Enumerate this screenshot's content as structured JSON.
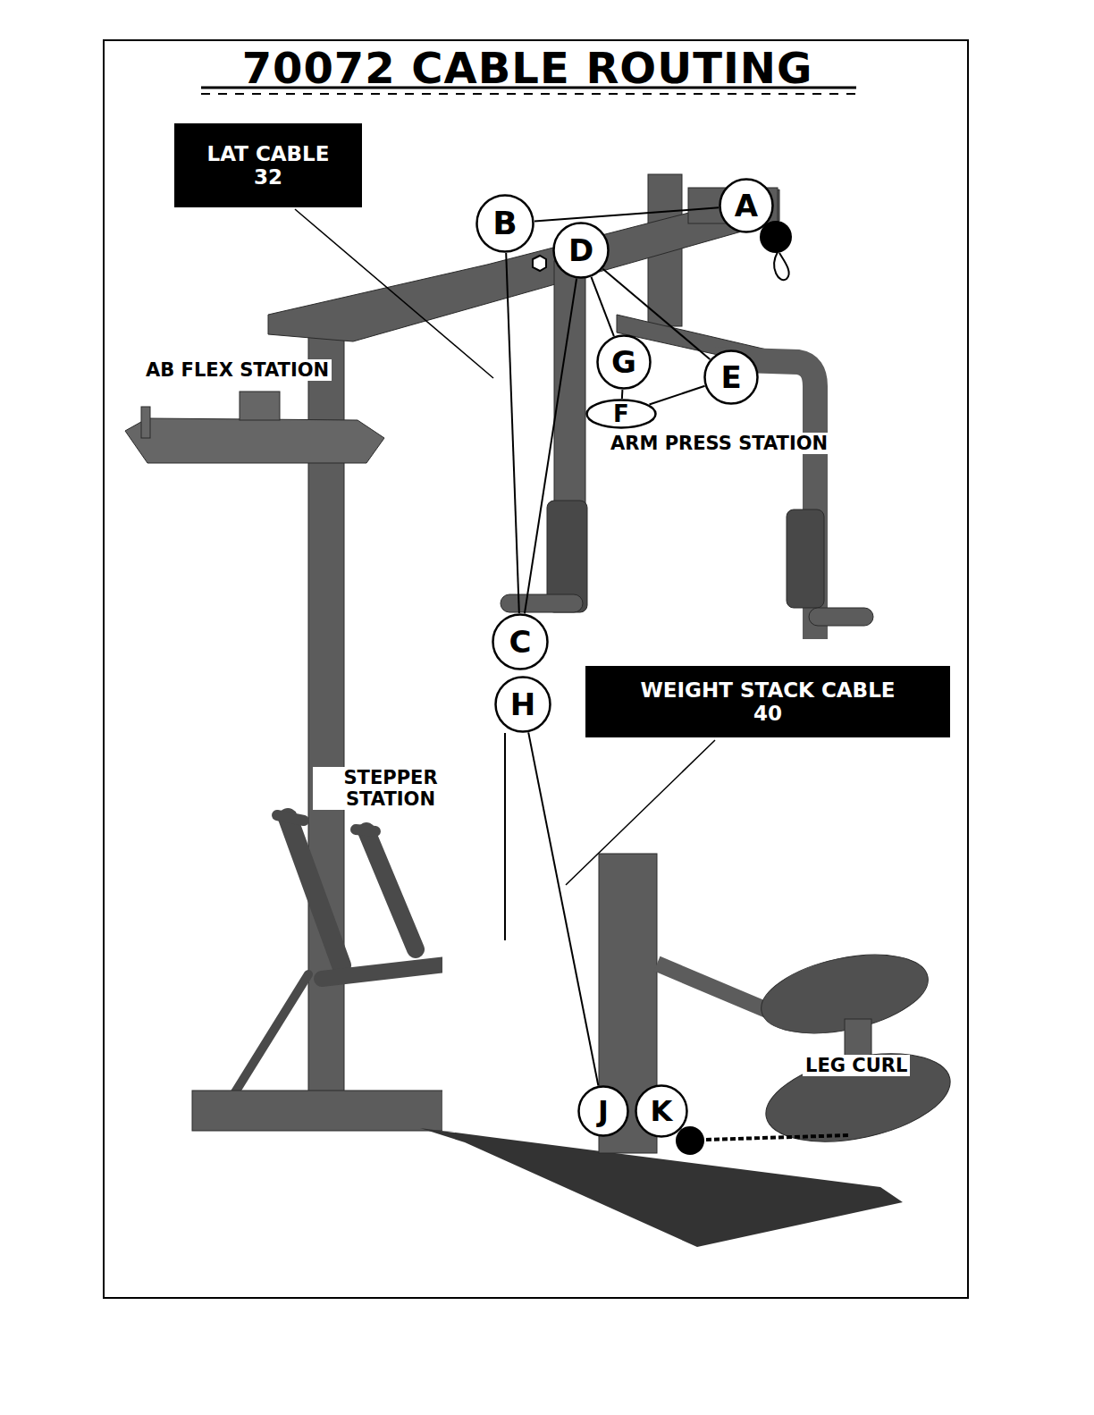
{
  "diagram": {
    "title": "70072 CABLE ROUTING",
    "nodes": [
      {
        "text": [
          "LAT CABLE 32"
        ]
      },
      {
        "text": [
          "B"
        ]
      },
      {
        "text": [
          "A"
        ]
      },
      {
        "text": [
          "D"
        ]
      },
      {
        "text": [
          "G"
        ]
      },
      {
        "text": [
          "E"
        ]
      },
      {
        "text": [
          "F"
        ]
      },
      {
        "text": [
          "C"
        ]
      },
      {
        "text": [
          "H"
        ]
      },
      {
        "text": [
          "WEIGHT STACK CABLE 40"
        ]
      },
      {
        "text": [
          "J"
        ]
      },
      {
        "text": [
          "K"
        ]
      }
    ],
    "edges": [
      {
        "from": 1,
        "to": 2,
        "arrow": "none"
      },
      {
        "from": 3,
        "to": 5,
        "arrow": "none"
      },
      {
        "from": 3,
        "to": 4,
        "arrow": "none"
      },
      {
        "from": 4,
        "to": 6,
        "arrow": "none"
      },
      {
        "from": 6,
        "to": 5,
        "arrow": "none"
      },
      {
        "from": 1,
        "to": 7,
        "arrow": "none"
      },
      {
        "from": 3,
        "to": 7,
        "arrow": "none"
      },
      {
        "from": 8,
        "to": 10,
        "arrow": "none"
      }
    ],
    "labels": [
      "AB FLEX STATION",
      "ARM PRESS STATION",
      "STEPPER STATION",
      "LEG CURL"
    ]
  }
}
